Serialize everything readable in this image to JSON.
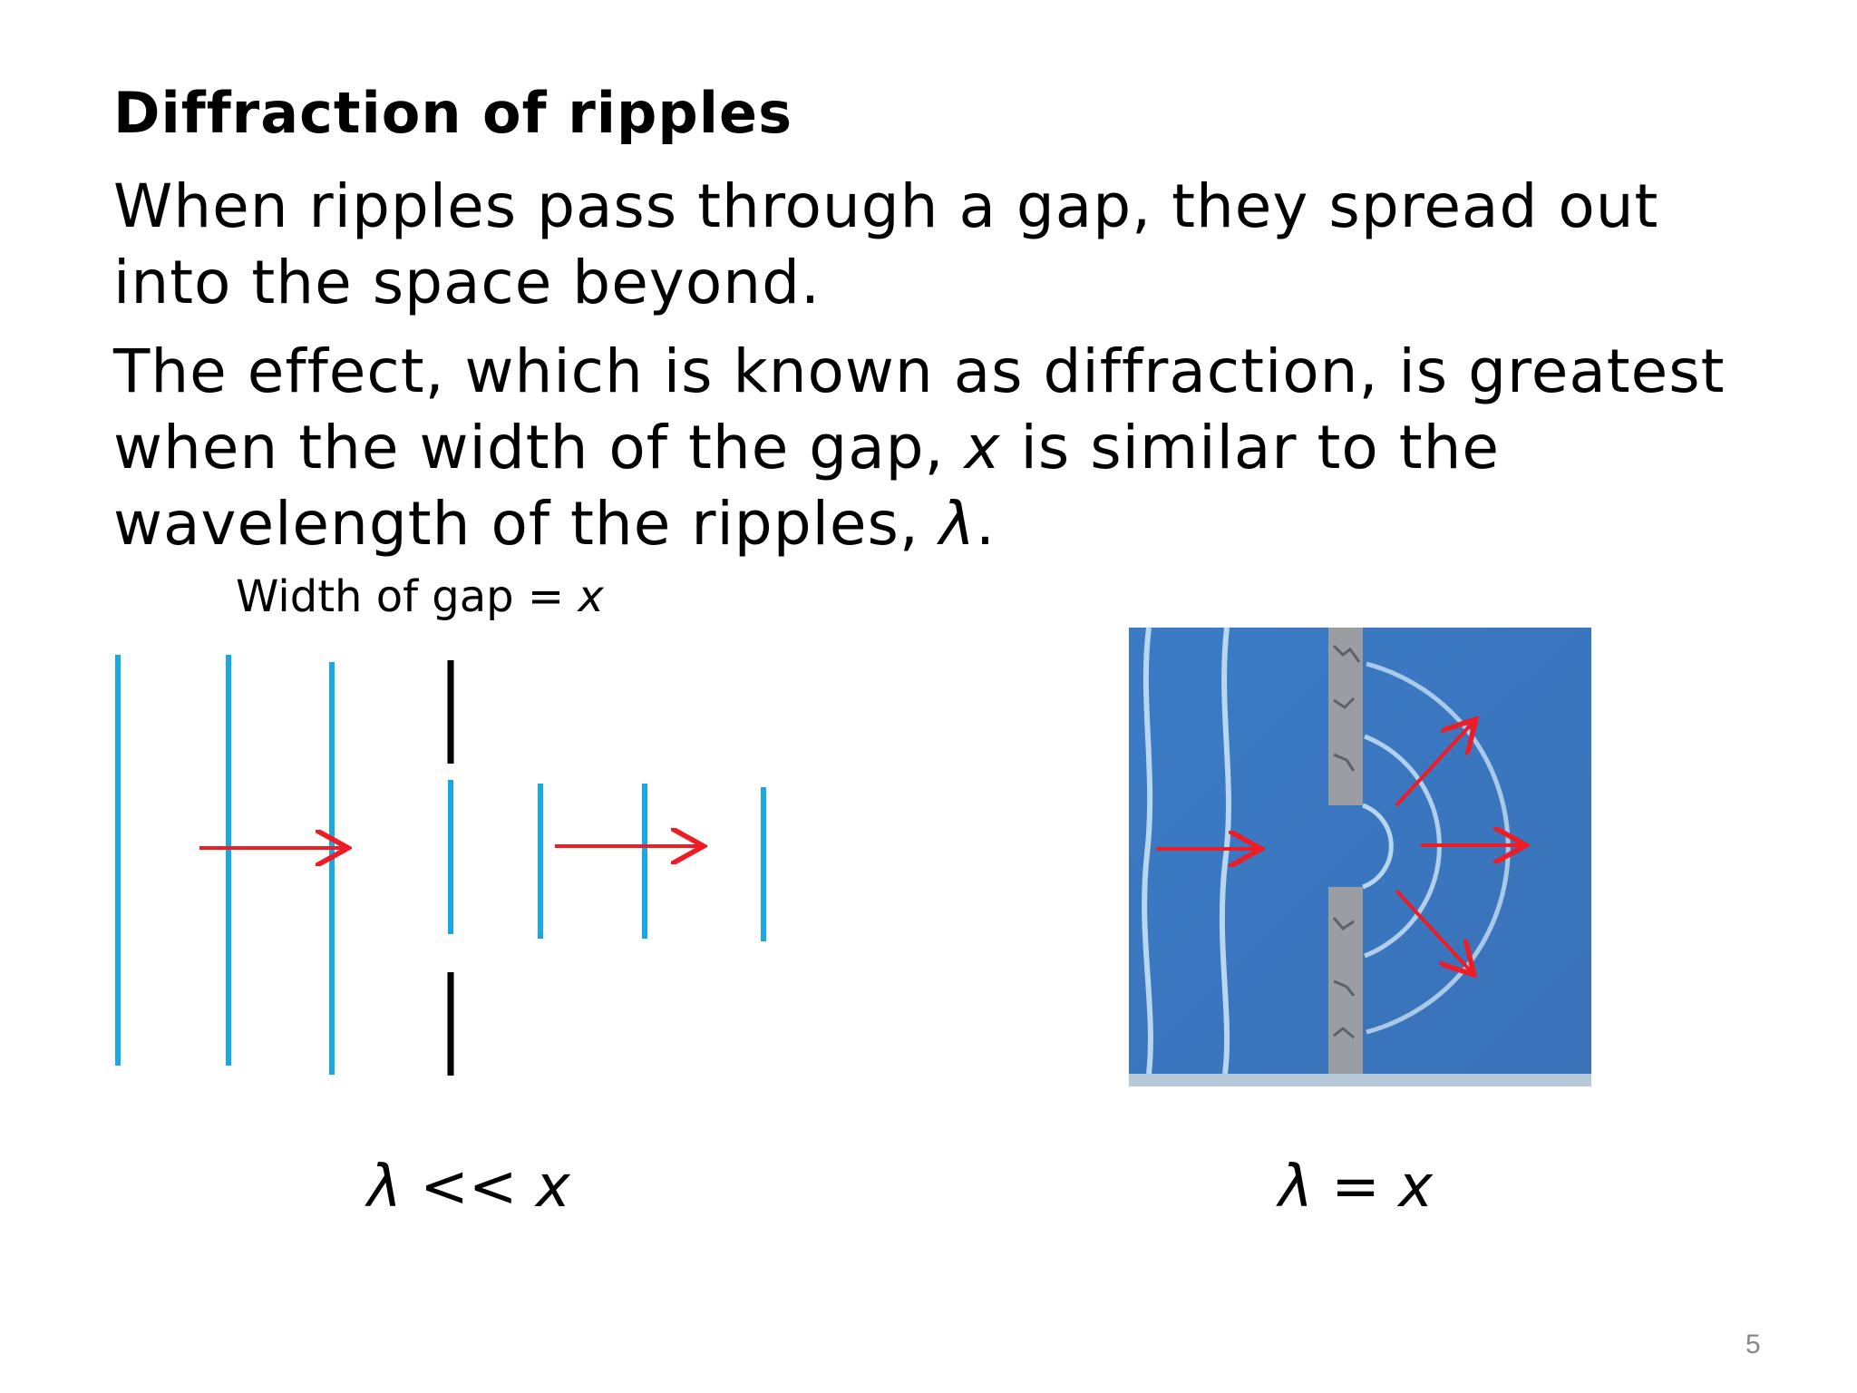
{
  "title": "Diffraction of ripples",
  "paragraph1": "When ripples pass through a gap, they spread out into the space beyond.",
  "paragraph2_part1": "The effect, which is known as diffraction, is greatest when the width of the gap, ",
  "paragraph2_var_x": "x",
  "paragraph2_part2": " is similar to the wavelength of the ripples, ",
  "paragraph2_var_lambda": "λ",
  "paragraph2_end": ".",
  "caption_gap_text": "Width of gap = ",
  "caption_gap_var": "x",
  "label_left": "λ << x",
  "label_right": "λ = x",
  "page_number": "5",
  "colors": {
    "wavefront": "#1aa7e6",
    "barrier": "#000000",
    "arrow": "#ee1c25",
    "water": "#3f7ec8"
  },
  "icons": [
    "arrow-right-icon",
    "arrow-up-right-icon",
    "arrow-down-right-icon"
  ]
}
